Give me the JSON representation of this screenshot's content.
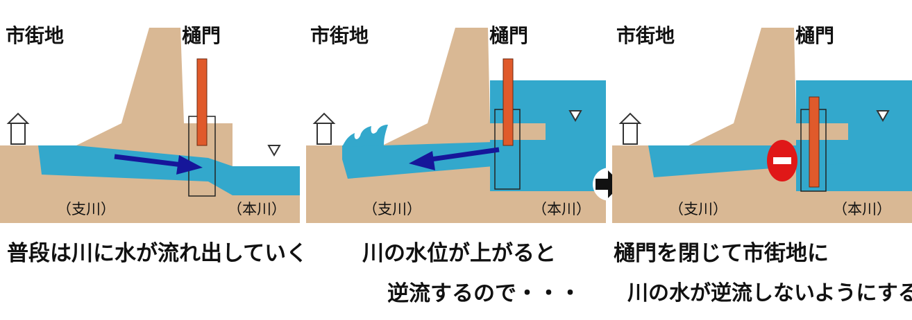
{
  "panels": [
    {
      "urban_label": "市街地",
      "gate_label": "樋門",
      "left_river": "（支川）",
      "right_river": "（本川）",
      "caption_lines": [
        "普段は川に水が流れ出していく"
      ]
    },
    {
      "urban_label": "市街地",
      "gate_label": "樋門",
      "left_river": "（支川）",
      "right_river": "（本川）",
      "caption_lines": [
        "川の水位が上がると",
        "逆流するので・・・"
      ]
    },
    {
      "urban_label": "市街地",
      "gate_label": "樋門",
      "left_river": "（支川）",
      "right_river": "（本川）",
      "caption_lines": [
        "樋門を閉じて市街地に",
        "川の水が逆流しないようにする"
      ]
    }
  ],
  "colors": {
    "ground": "#d9b894",
    "water": "#33a8cc",
    "gate": "#e05a2b",
    "arrow": "#16169a",
    "stop": "#e01818"
  },
  "icons": [
    "house-icon",
    "water-level-icon",
    "flow-arrow-icon",
    "next-arrow-icon",
    "no-entry-icon"
  ]
}
